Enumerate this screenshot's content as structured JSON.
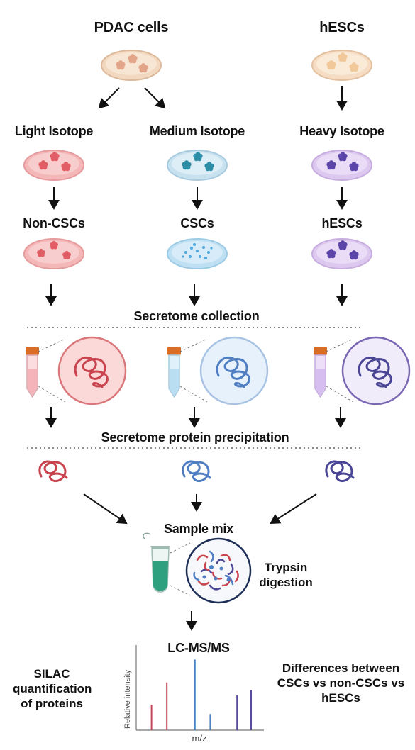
{
  "columns": {
    "pdac": {
      "source": "PDAC cells"
    },
    "hesc": {
      "source": "hESCs"
    }
  },
  "isotopes": {
    "light": "Light Isotope",
    "medium": "Medium Isotope",
    "heavy": "Heavy Isotope"
  },
  "populations": {
    "non_cscs": "Non-CSCs",
    "cscs": "CSCs",
    "hescs": "hESCs"
  },
  "steps": {
    "secretome_collection": "Secretome collection",
    "precipitation": "Secretome protein precipitation",
    "sample_mix": "Sample mix",
    "digestion": "Trypsin digestion",
    "lcms": "LC-MS/MS"
  },
  "spectrum": {
    "y_label": "Relative intensity",
    "x_label": "m/z",
    "peaks": [
      {
        "position": 0.12,
        "height": 0.3,
        "color": "#c0485a"
      },
      {
        "position": 0.24,
        "height": 0.56,
        "color": "#c0485a"
      },
      {
        "position": 0.46,
        "height": 0.83,
        "color": "#4a86c5"
      },
      {
        "position": 0.58,
        "height": 0.19,
        "color": "#4a86c5"
      },
      {
        "position": 0.79,
        "height": 0.41,
        "color": "#5a4a9a"
      },
      {
        "position": 0.9,
        "height": 0.47,
        "color": "#5a4a9a"
      }
    ]
  },
  "notes": {
    "left": "SILAC quantification of proteins",
    "right": "Differences between CSCs vs non-CSCs vs hESCs"
  },
  "colors": {
    "light": "#e35f66",
    "medium": "#2f8fa6",
    "heavy": "#5a43a8",
    "protein_red": "#c9444e",
    "protein_blue": "#4f7fc2",
    "protein_purple": "#4a4695"
  }
}
